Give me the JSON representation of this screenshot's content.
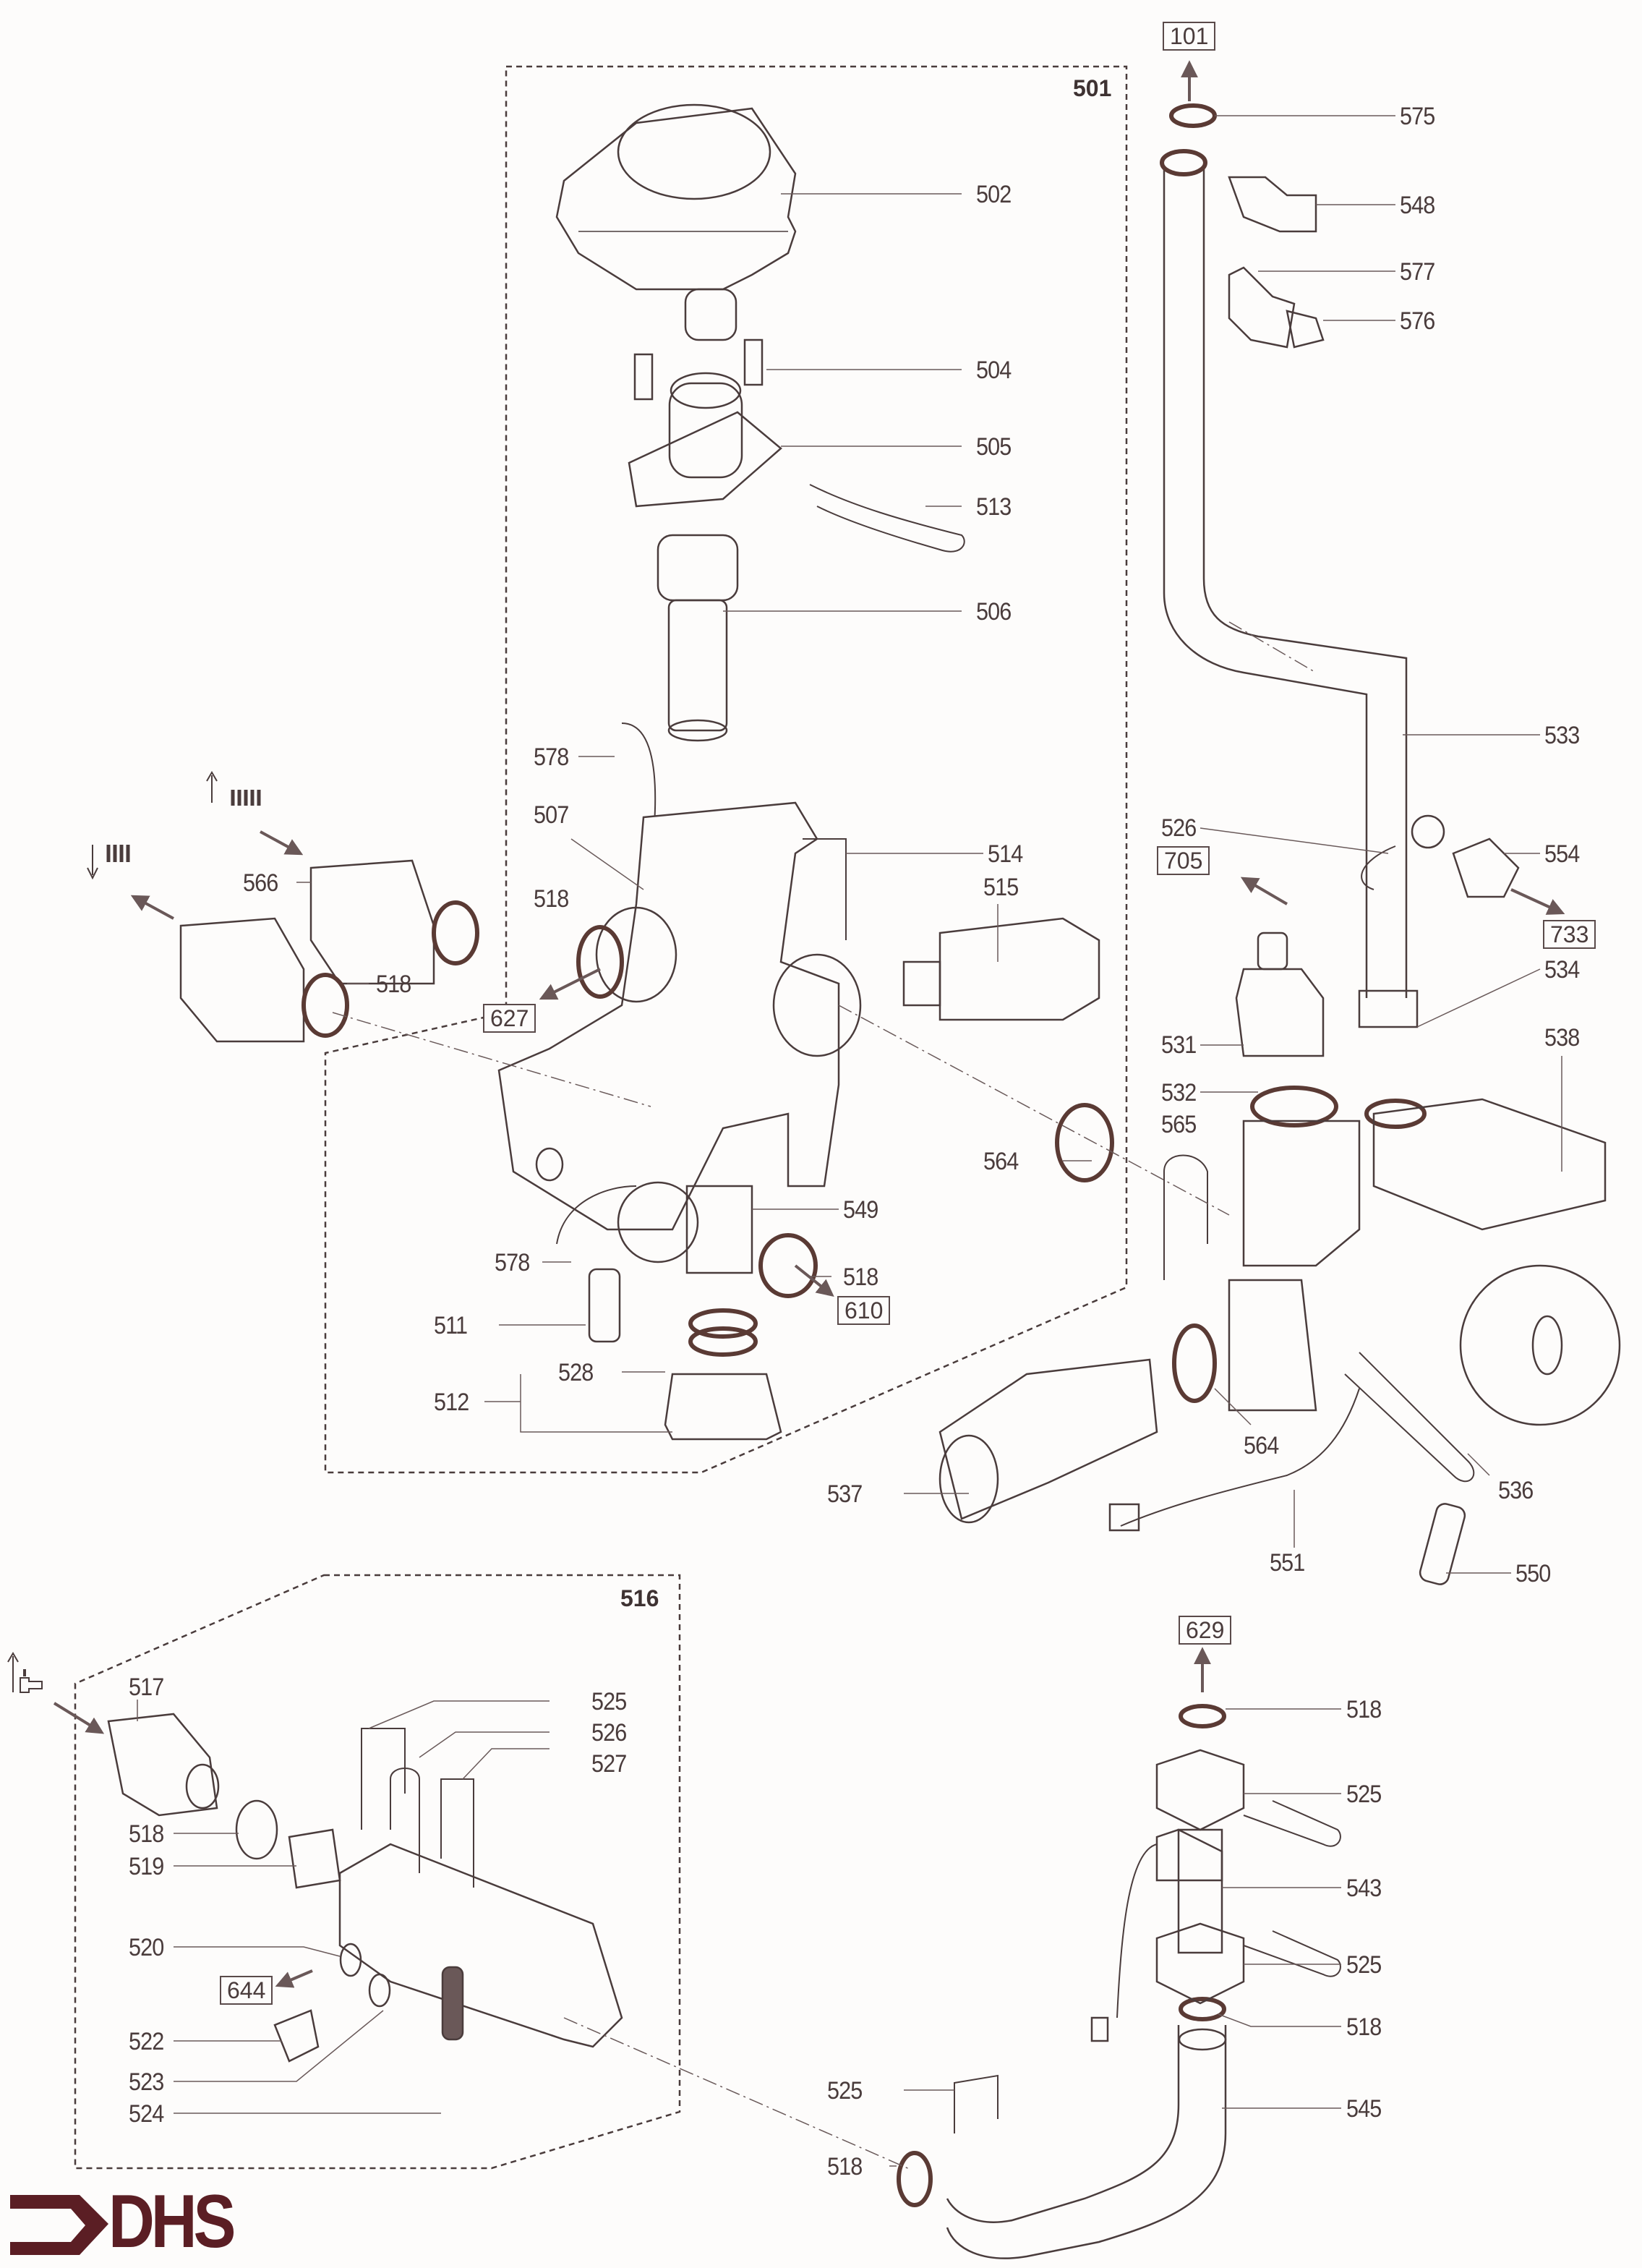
{
  "document": {
    "type": "exploded parts diagram",
    "brand_logo": "DHS",
    "accent_color": "#5b1e24",
    "line_color": "#4a3c3c"
  },
  "groups": [
    {
      "id": "501",
      "label": "501"
    },
    {
      "id": "516",
      "label": "516"
    }
  ],
  "references": [
    {
      "id": "101",
      "label": "101"
    },
    {
      "id": "627",
      "label": "627"
    },
    {
      "id": "610",
      "label": "610"
    },
    {
      "id": "705",
      "label": "705"
    },
    {
      "id": "733",
      "label": "733"
    },
    {
      "id": "629",
      "label": "629"
    },
    {
      "id": "644",
      "label": "644"
    }
  ],
  "labels": {
    "l575": "575",
    "l548": "548",
    "l577": "577",
    "l576": "576",
    "l502": "502",
    "l504": "504",
    "l505": "505",
    "l513": "513",
    "l506": "506",
    "l578a": "578",
    "l507": "507",
    "l514": "514",
    "l515": "515",
    "l566": "566",
    "l518a": "518",
    "l518b": "518",
    "l533": "533",
    "l526a": "526",
    "l554": "554",
    "l534": "534",
    "l538": "538",
    "l531": "531",
    "l532": "532",
    "l565": "565",
    "l564a": "564",
    "l549": "549",
    "l578b": "578",
    "l518c": "518",
    "l511": "511",
    "l528": "528",
    "l512": "512",
    "l564b": "564",
    "l536": "536",
    "l537": "537",
    "l551": "551",
    "l550": "550",
    "l517": "517",
    "l525a": "525",
    "l526b": "526",
    "l527": "527",
    "l518d": "518",
    "l519": "519",
    "l520": "520",
    "l522": "522",
    "l523": "523",
    "l524": "524",
    "l518e": "518",
    "l525b": "525",
    "l543": "543",
    "l525c": "525",
    "l518f": "518",
    "l525d": "525",
    "l545": "545",
    "l518g": "518"
  },
  "icons": {
    "heating_flow": "arrow-up-radiator-icon",
    "heating_return": "arrow-down-radiator-icon",
    "cold_water_inlet": "arrow-up-tap-icon"
  }
}
